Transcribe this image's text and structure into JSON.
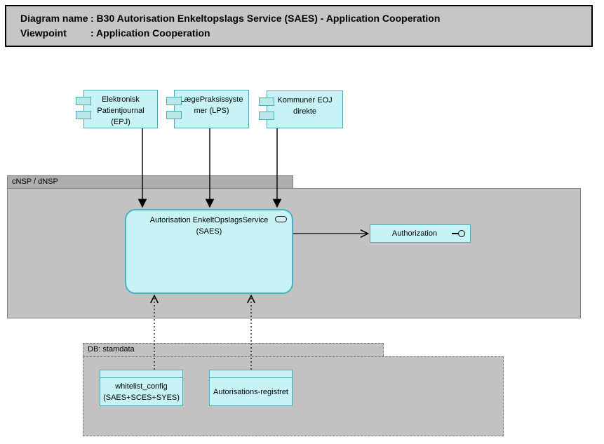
{
  "title_box": {
    "rows": [
      {
        "label": "Diagram name",
        "value": ": B30 Autorisation Enkeltopslags Service (SAES) - Application Cooperation"
      },
      {
        "label": "Viewpoint",
        "value": ": Application Cooperation"
      }
    ]
  },
  "components": [
    {
      "label": "Elektronisk Patientjournal (EPJ)"
    },
    {
      "label": "LægePraksissystemer (LPS)"
    },
    {
      "label": "Kommuner EOJ direkte"
    }
  ],
  "groups": {
    "cnsp": {
      "label": "cNSP / dNSP"
    },
    "db": {
      "label": "DB: stamdata"
    }
  },
  "services": {
    "saes": {
      "label": "Autorisation EnkeltOpslagsService (SAES)",
      "icon": "application-service-rounded-rect"
    },
    "authorization": {
      "label": "Authorization",
      "icon": "provided-interface-lollipop"
    }
  },
  "db_objects": [
    {
      "label": "whitelist_config (SAES+SCES+SYES)"
    },
    {
      "label": "Autorisations-registret"
    }
  ],
  "edges": [
    {
      "from": "Elektronisk Patientjournal (EPJ)",
      "to": "Autorisation EnkeltOpslagsService (SAES)",
      "style": "solid-filled-arrow"
    },
    {
      "from": "LægePraksissystemer (LPS)",
      "to": "Autorisation EnkeltOpslagsService (SAES)",
      "style": "solid-filled-arrow"
    },
    {
      "from": "Kommuner EOJ direkte",
      "to": "Autorisation EnkeltOpslagsService (SAES)",
      "style": "solid-filled-arrow"
    },
    {
      "from": "Autorisation EnkeltOpslagsService (SAES)",
      "to": "Authorization",
      "style": "solid-open-arrow"
    },
    {
      "from": "whitelist_config (SAES+SCES+SYES)",
      "to": "Autorisation EnkeltOpslagsService (SAES)",
      "style": "dotted-open-arrow"
    },
    {
      "from": "Autorisations-registret",
      "to": "Autorisation EnkeltOpslagsService (SAES)",
      "style": "dotted-open-arrow"
    }
  ],
  "colors": {
    "element_fill": "#c7f3f6",
    "element_border": "#4fa8b2",
    "group_fill": "#c2c2c2",
    "group_tab_fill": "#adadad",
    "group_border": "#7f7f7f",
    "title_fill": "#c6c6c6",
    "connector": "#000000"
  }
}
